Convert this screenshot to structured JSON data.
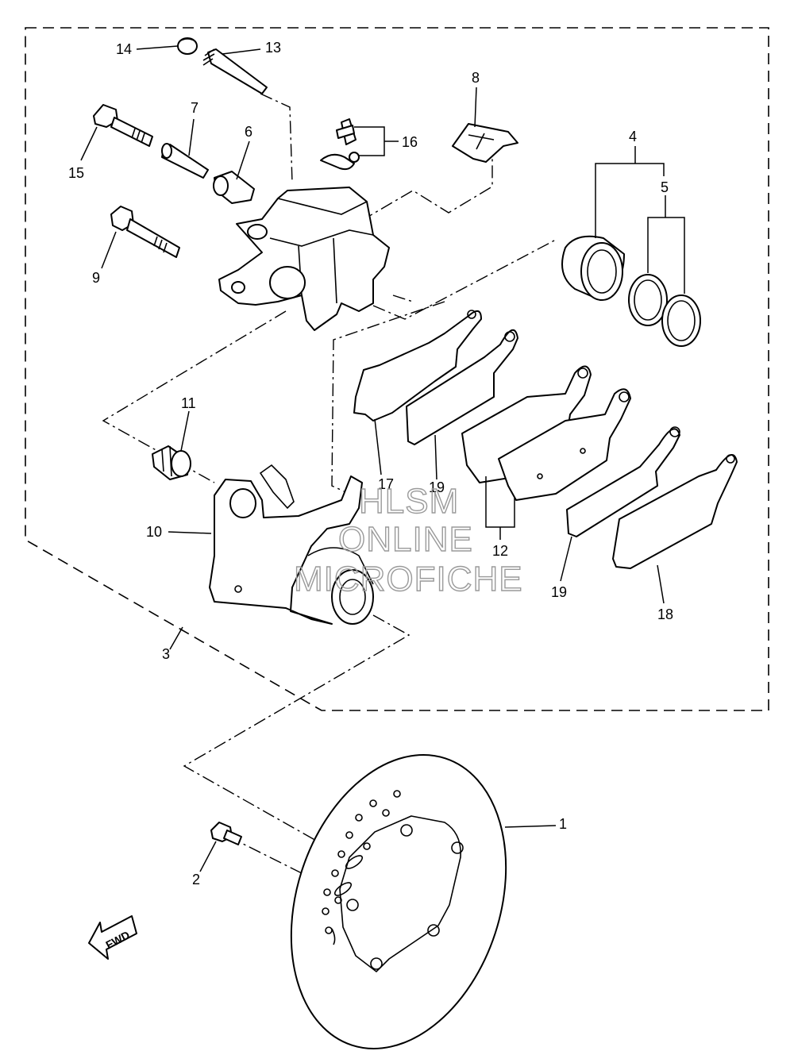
{
  "callouts": [
    "1",
    "2",
    "3",
    "4",
    "5",
    "6",
    "7",
    "8",
    "9",
    "10",
    "11",
    "12",
    "13",
    "14",
    "15",
    "16",
    "17",
    "18",
    "19",
    "19"
  ],
  "direction_mark": "FWD",
  "watermark": {
    "line1": "HLSM",
    "line2": "ONLINE",
    "line3": "MICROFICHE"
  }
}
